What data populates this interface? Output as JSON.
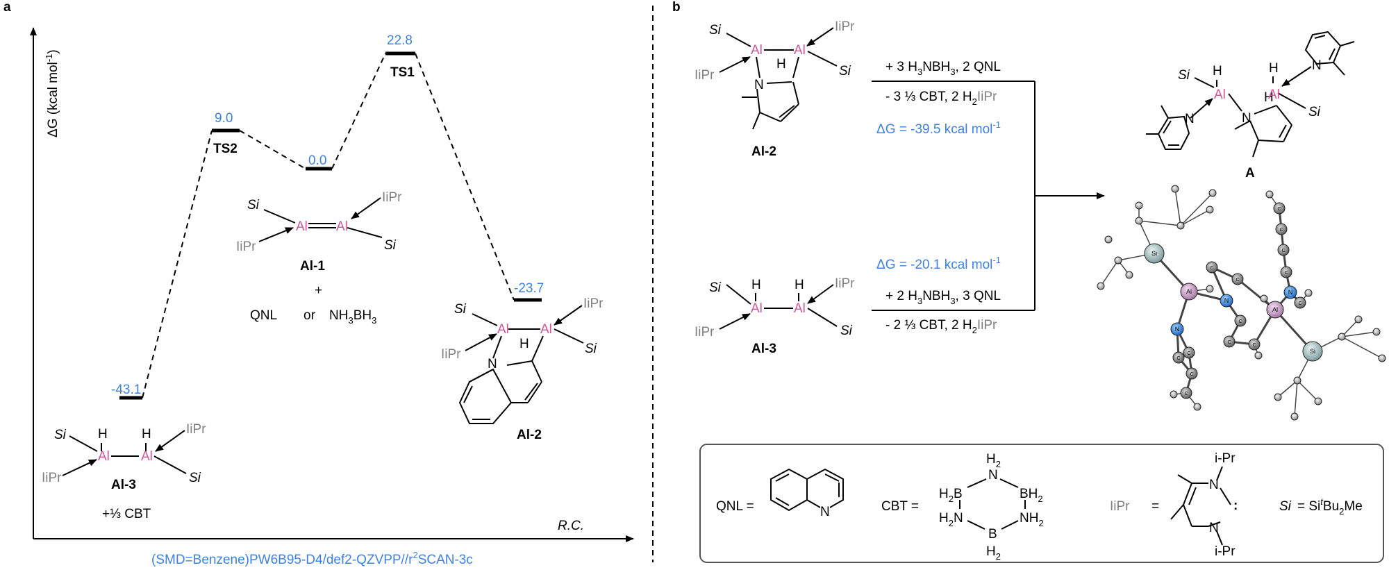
{
  "panels": {
    "a": "a",
    "b": "b"
  },
  "axes": {
    "y_label": "ΔG (kcal mol",
    "y_label_sup": "-1",
    "y_label_end": ")",
    "x_label": "R.C."
  },
  "method": {
    "pre": "(SMD=Benzene)PW6B95-D4/def2-QZVPP//r",
    "sup": "2",
    "post": "SCAN-3c"
  },
  "colors": {
    "energy": "#3c82e6",
    "aluminum": "#d2559b",
    "ligand": "#808080"
  },
  "energy_levels": [
    {
      "label": "",
      "value": "-43.1"
    },
    {
      "label": "TS2",
      "value": "9.0"
    },
    {
      "label": "",
      "value": "0.0"
    },
    {
      "label": "TS1",
      "value": "22.8"
    },
    {
      "label": "",
      "value": "-23.7"
    }
  ],
  "chem": {
    "si": "Si",
    "al": "Al",
    "h": "H",
    "n": "N",
    "iipr": "IiPr",
    "al3": "Al-3",
    "al1": "Al-1",
    "al2": "Al-2",
    "a": "A",
    "plus": "+",
    "or": "or",
    "qnl": "QNL",
    "nh3bh3": "NH",
    "nh3bh3_sub1": "3",
    "nh3bh3_mid": "BH",
    "nh3bh3_sub2": "3",
    "cbt_third": "+⅓ CBT"
  },
  "reactions": {
    "top": {
      "reagents": "+ 3 H",
      "r_sub1": "3",
      "r_mid": "NBH",
      "r_sub2": "3",
      "r_end": ", 2 QNL",
      "byproducts": "- 3 ⅓ CBT, 2 H",
      "b_sub": "2",
      "b_end": "IiPr",
      "dG": "ΔG = -39.5 kcal mol",
      "dG_sup": "-1"
    },
    "bottom": {
      "dG": "ΔG = -20.1 kcal mol",
      "dG_sup": "-1",
      "reagents": "+ 2 H",
      "r_sub1": "3",
      "r_mid": "NBH",
      "r_sub2": "3",
      "r_end": ", 3 QNL",
      "byproducts": "- 2 ⅓ CBT, 2 H",
      "b_sub": "2",
      "b_end": "IiPr"
    }
  },
  "legend": {
    "qnl": "QNL =",
    "cbt": "CBT =",
    "iipr": "IiPr",
    "eq": "=",
    "si_lhs": "Si",
    "si_rhs": "= Si",
    "si_sup": "t",
    "si_end": "Bu",
    "si_sub": "2",
    "si_me": "Me",
    "h2": "H",
    "h2_sub": "2",
    "b": "B",
    "bh2": "BH",
    "n": "N",
    "nh2": "NH",
    "ipr": "i-Pr",
    "carbene": ":"
  },
  "atom_labels": {
    "si": "Si",
    "al": "Al",
    "n": "N",
    "c": "C"
  }
}
